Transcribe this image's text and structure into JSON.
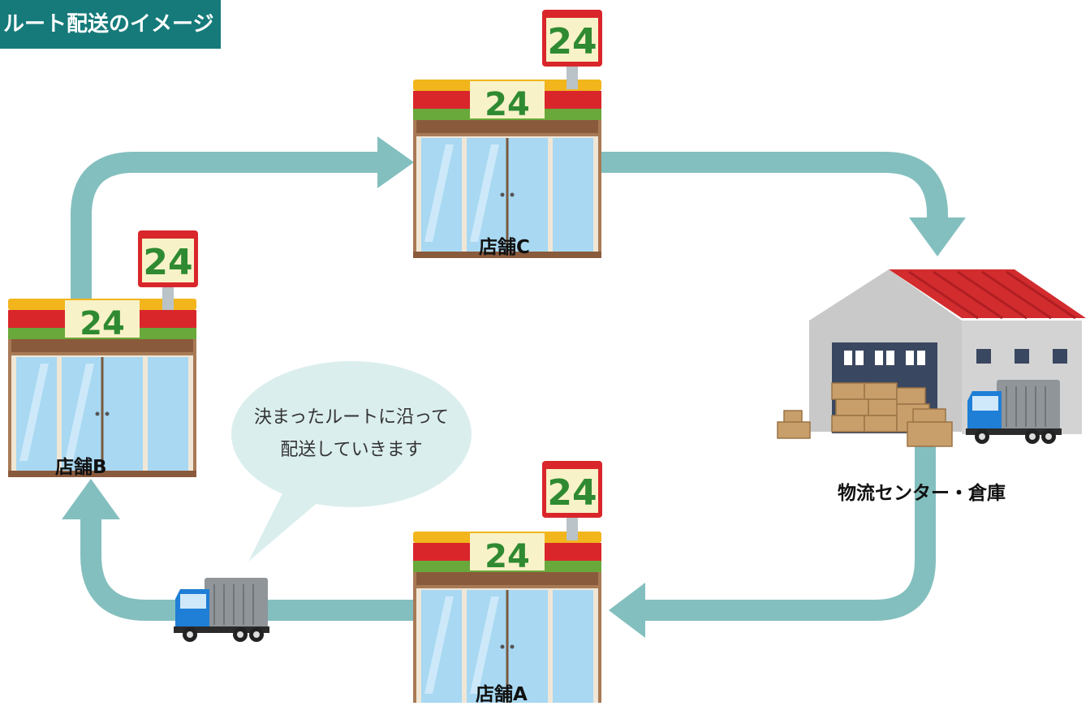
{
  "title": "ルート配送のイメージ",
  "stores": {
    "a": {
      "label": "店舗A"
    },
    "b": {
      "label": "店舗B"
    },
    "c": {
      "label": "店舗C"
    },
    "sign_text": "24"
  },
  "warehouse": {
    "label": "物流センター・倉庫"
  },
  "bubble": {
    "line1": "決まったルートに沿って",
    "line2": "配送していきます"
  },
  "colors": {
    "route": "#84bfbf",
    "banner": "#167a7a",
    "awning_yellow": "#f2b51c",
    "awning_red": "#d9262b",
    "awning_green": "#69a83a",
    "sign_green": "#2f8a32",
    "glass": "#a8d8f2",
    "roof": "#d22c2e",
    "wall": "#c9c9c9",
    "truck_cab": "#1f7ed6",
    "box": "#c89f6a",
    "bubble": "#dbeeee"
  }
}
